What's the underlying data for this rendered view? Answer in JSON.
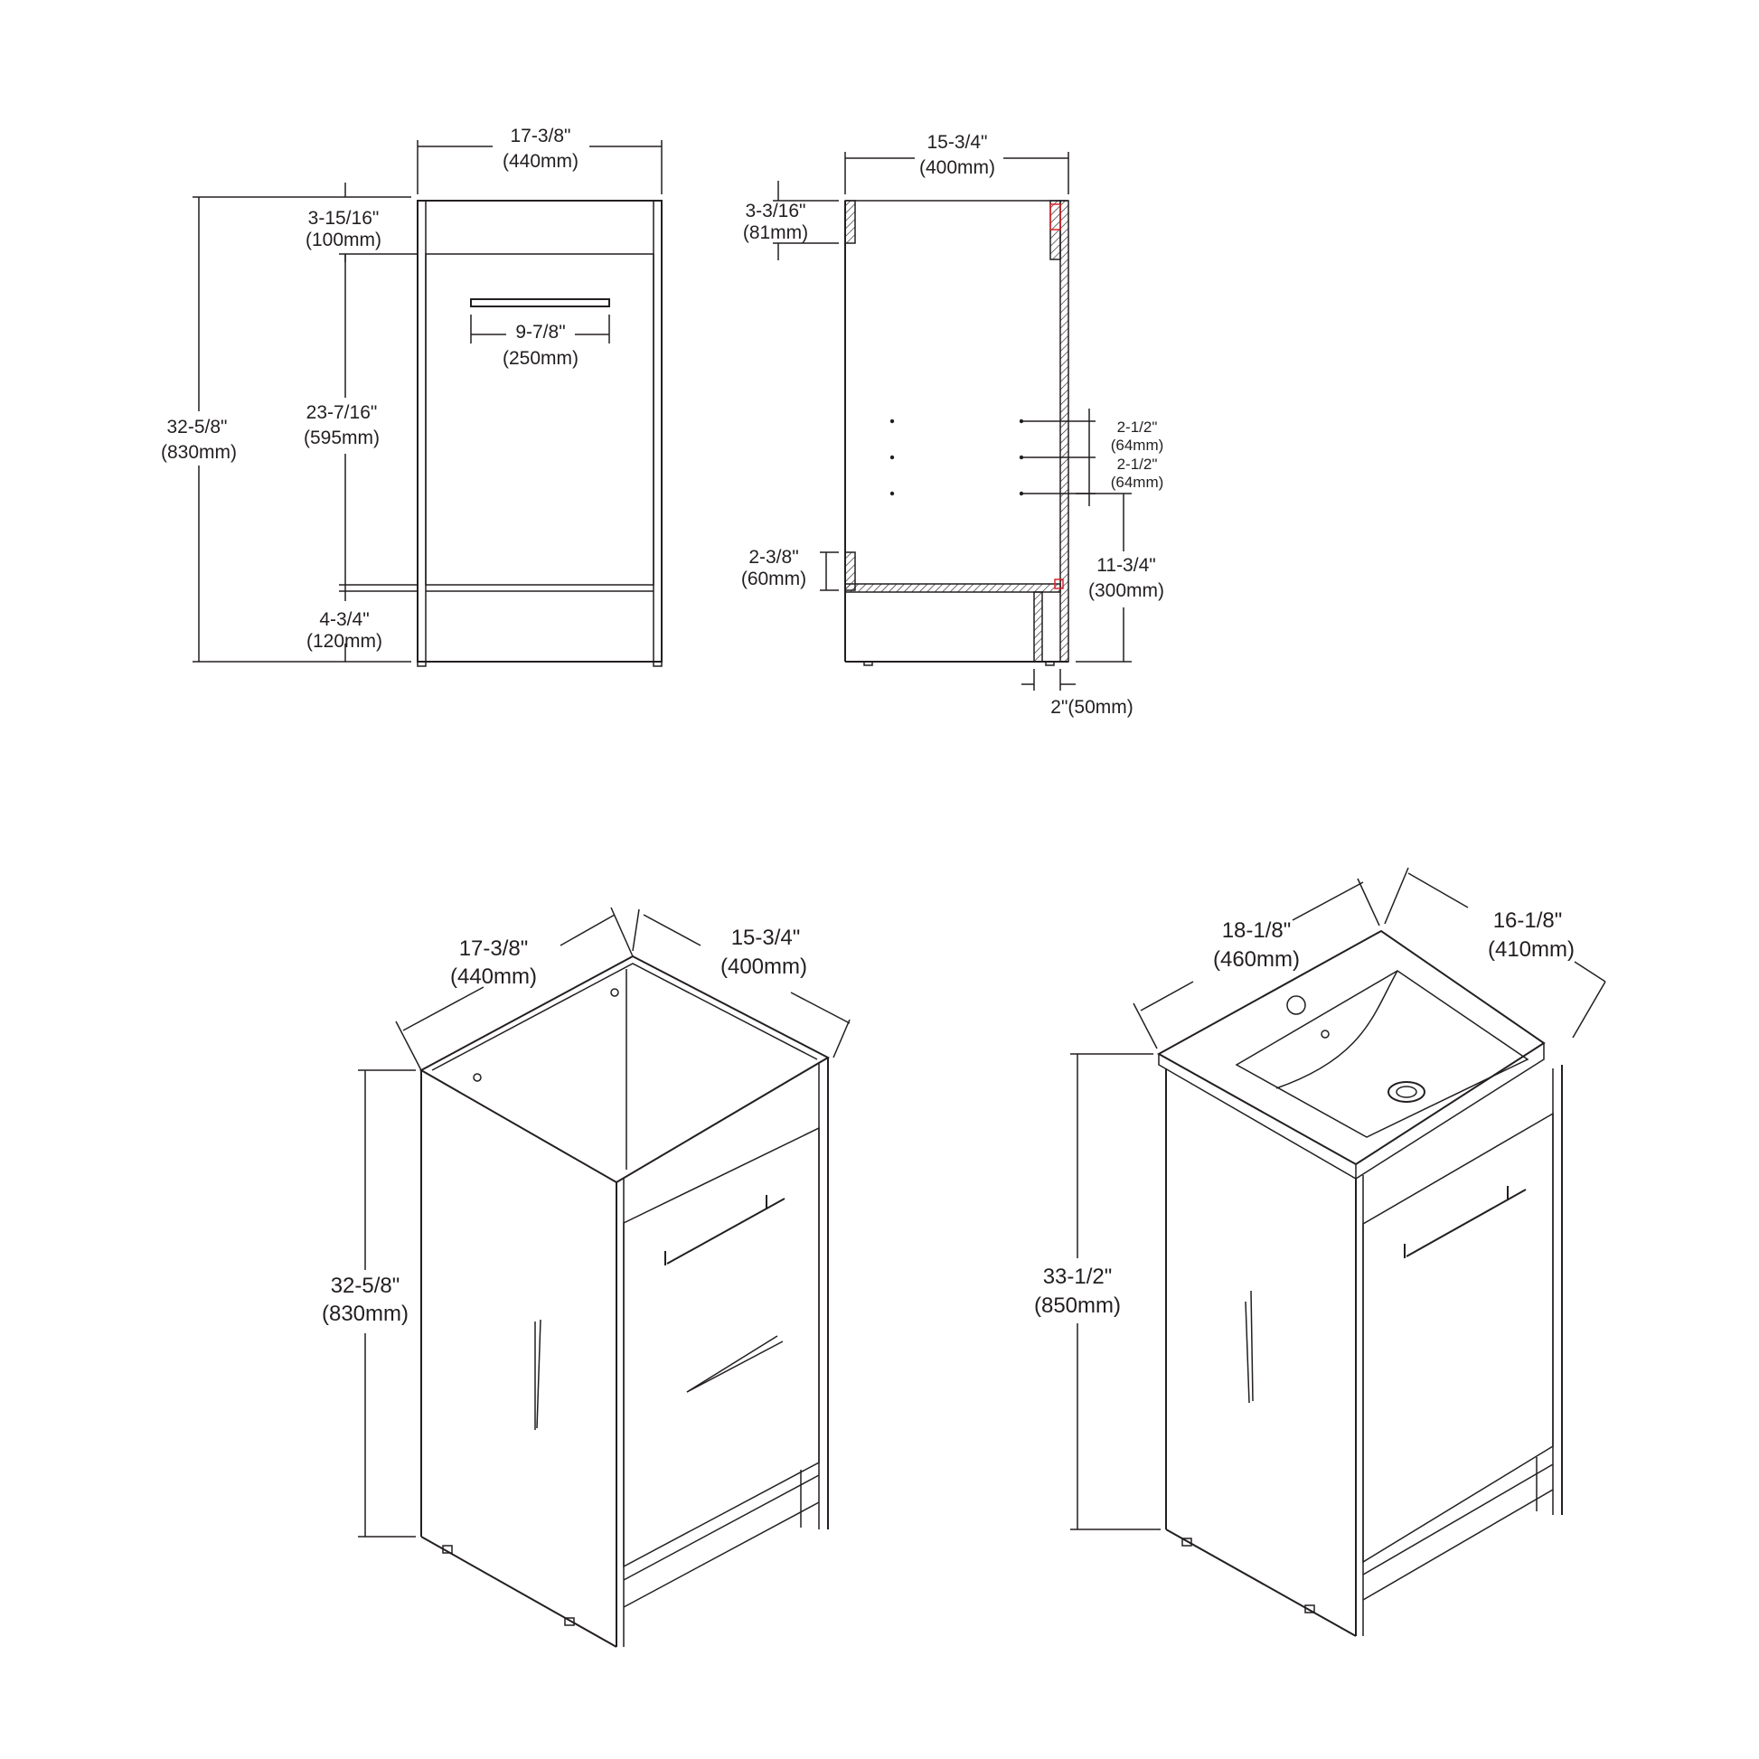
{
  "front_view": {
    "width_in": "17-3/8\"",
    "width_mm": "(440mm)",
    "height_in": "32-5/8\"",
    "height_mm": "(830mm)",
    "top_rail_in": "3-15/16\"",
    "top_rail_mm": "(100mm)",
    "door_in": "23-7/16\"",
    "door_mm": "(595mm)",
    "base_in": "4-3/4\"",
    "base_mm": "(120mm)",
    "handle_in": "9-7/8\"",
    "handle_mm": "(250mm)"
  },
  "side_section": {
    "depth_in": "15-3/4\"",
    "depth_mm": "(400mm)",
    "top_back_in": "3-3/16\"",
    "top_back_mm": "(81mm)",
    "hole1_in": "2-1/2\"",
    "hole1_mm": "(64mm)",
    "hole2_in": "2-1/2\"",
    "hole2_mm": "(64mm)",
    "low_back_in": "2-3/8\"",
    "low_back_mm": "(60mm)",
    "shelf_in": "11-3/4\"",
    "shelf_mm": "(300mm)",
    "toe_label": "2\"(50mm)"
  },
  "cabinet_iso": {
    "width_in": "17-3/8\"",
    "width_mm": "(440mm)",
    "depth_in": "15-3/4\"",
    "depth_mm": "(400mm)",
    "height_in": "32-5/8\"",
    "height_mm": "(830mm)"
  },
  "vanity_iso": {
    "width_in": "18-1/8\"",
    "width_mm": "(460mm)",
    "depth_in": "16-1/8\"",
    "depth_mm": "(410mm)",
    "height_in": "33-1/2\"",
    "height_mm": "(850mm)"
  }
}
